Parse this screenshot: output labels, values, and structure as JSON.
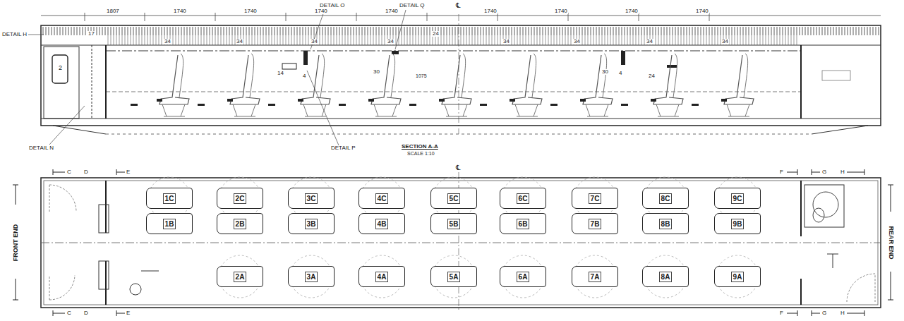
{
  "diagram": {
    "nodes": [
      {
        "text": [
          "1C"
        ]
      },
      {
        "text": [
          "2C"
        ]
      },
      {
        "text": [
          "3C"
        ]
      },
      {
        "text": [
          "4C"
        ]
      },
      {
        "text": [
          "5C"
        ]
      },
      {
        "text": [
          "6C"
        ]
      },
      {
        "text": [
          "7C"
        ]
      },
      {
        "text": [
          "8C"
        ]
      },
      {
        "text": [
          "9C"
        ]
      },
      {
        "text": [
          "1B"
        ]
      },
      {
        "text": [
          "2B"
        ]
      },
      {
        "text": [
          "3B"
        ]
      },
      {
        "text": [
          "4B"
        ]
      },
      {
        "text": [
          "5B"
        ]
      },
      {
        "text": [
          "6B"
        ]
      },
      {
        "text": [
          "7B"
        ]
      },
      {
        "text": [
          "8B"
        ]
      },
      {
        "text": [
          "9B"
        ]
      },
      {
        "text": [
          "2A"
        ]
      },
      {
        "text": [
          "3A"
        ]
      },
      {
        "text": [
          "4A"
        ]
      },
      {
        "text": [
          "5A"
        ]
      },
      {
        "text": [
          "6A"
        ]
      },
      {
        "text": [
          "7A"
        ]
      },
      {
        "text": [
          "8A"
        ]
      },
      {
        "text": [
          "9A"
        ]
      }
    ],
    "labels": [
      "DETAIL O",
      "DETAIL Q",
      "1807",
      "1740",
      "1740",
      "1740",
      "1740",
      "1740",
      "1740",
      "1740",
      "1740",
      "℄",
      "DETAIL H",
      "17",
      "2",
      "34",
      "34",
      "34",
      "34",
      "34",
      "34",
      "34",
      "34",
      "24",
      "30",
      "30",
      "14",
      "4",
      "4",
      "24",
      "1075",
      "DETAIL N",
      "DETAIL P",
      "SECTION A-A",
      "SCALE 1:10",
      "℄",
      "C",
      "D",
      "E",
      "F",
      "G",
      "H",
      "C",
      "D",
      "E",
      "F",
      "G",
      "H",
      "FRONT END",
      "REAR END"
    ]
  }
}
